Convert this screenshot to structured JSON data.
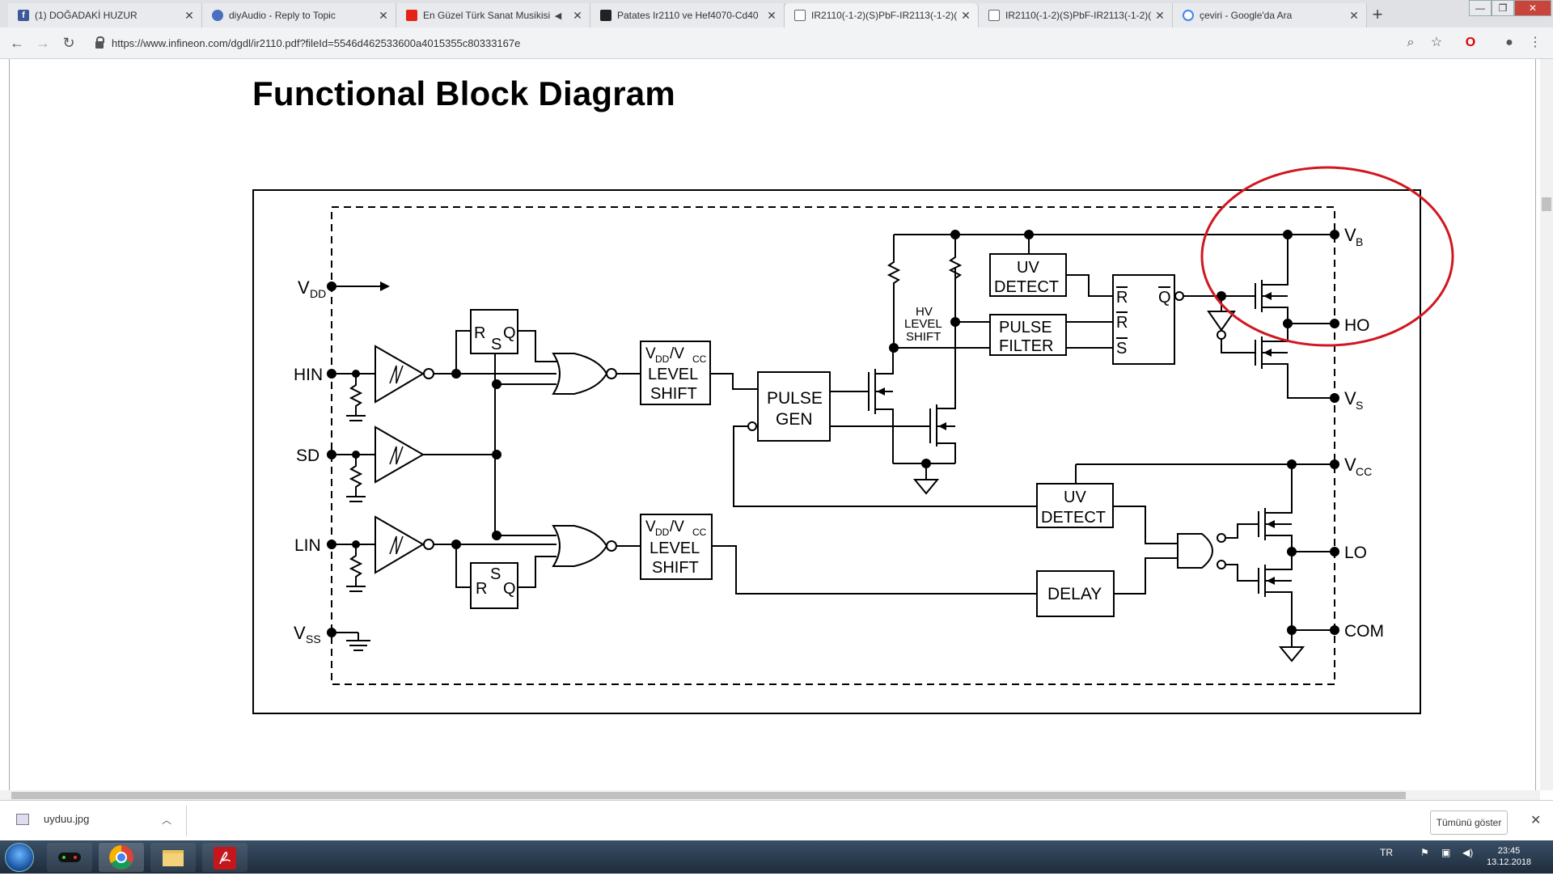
{
  "browser": {
    "tabs": [
      {
        "title": "(1) DOĞADAKİ HUZUR",
        "favicon": "facebook-icon",
        "active": false
      },
      {
        "title": "diyAudio - Reply to Topic",
        "favicon": "diyaudio-icon",
        "active": false
      },
      {
        "title": "En Güzel Türk Sanat Musikisi",
        "favicon": "youtube-icon",
        "active": false
      },
      {
        "title": "Patates Ir2110 ve Hef4070-Cd40",
        "favicon": "chip-icon",
        "active": false
      },
      {
        "title": "IR2110(-1-2)(S)PbF-IR2113(-1-2)(",
        "favicon": "document-icon",
        "active": true
      },
      {
        "title": "IR2110(-1-2)(S)PbF-IR2113(-1-2)(",
        "favicon": "document-icon",
        "active": false
      },
      {
        "title": "çeviri - Google'da Ara",
        "favicon": "google-icon",
        "active": false
      }
    ],
    "url": "https://www.infineon.com/dgdl/ir2110.pdf?fileId=5546d462533600a4015355c80333167e"
  },
  "document": {
    "heading": "Functional Block Diagram"
  },
  "diagram": {
    "pins": {
      "vdd": "V",
      "vdd_sub": "DD",
      "hin": "HIN",
      "sd": "SD",
      "lin": "LIN",
      "vss": "V",
      "vss_sub": "SS",
      "vb": "V",
      "vb_sub": "B",
      "ho": "HO",
      "vs": "V",
      "vs_sub": "S",
      "vcc": "V",
      "vcc_sub": "CC",
      "lo": "LO",
      "com": "COM"
    },
    "blocks": {
      "rs_top_r": "R",
      "rs_top_s": "S",
      "rs_top_q": "Q",
      "rs_bot_s": "S",
      "rs_bot_r": "R",
      "rs_bot_q": "Q",
      "ls_v1": "V",
      "ls_dd": "DD",
      "ls_slash": "/V",
      "ls_cc": "CC",
      "ls_line2": "LEVEL",
      "ls_line3": "SHIFT",
      "pulse_gen_1": "PULSE",
      "pulse_gen_2": "GEN",
      "hv_1": "HV",
      "hv_2": "LEVEL",
      "hv_3": "SHIFT",
      "uv_1": "UV",
      "uv_2": "DETECT",
      "pf_1": "PULSE",
      "pf_2": "FILTER",
      "latch_r1": "R",
      "latch_r2": "R",
      "latch_s": "S",
      "latch_q": "Q",
      "delay": "DELAY"
    }
  },
  "downloads": {
    "file": "uyduu.jpg",
    "show_all": "Tümünü göster"
  },
  "taskbar": {
    "lang": "TR",
    "time": "23:45",
    "date": "13.12.2018"
  }
}
